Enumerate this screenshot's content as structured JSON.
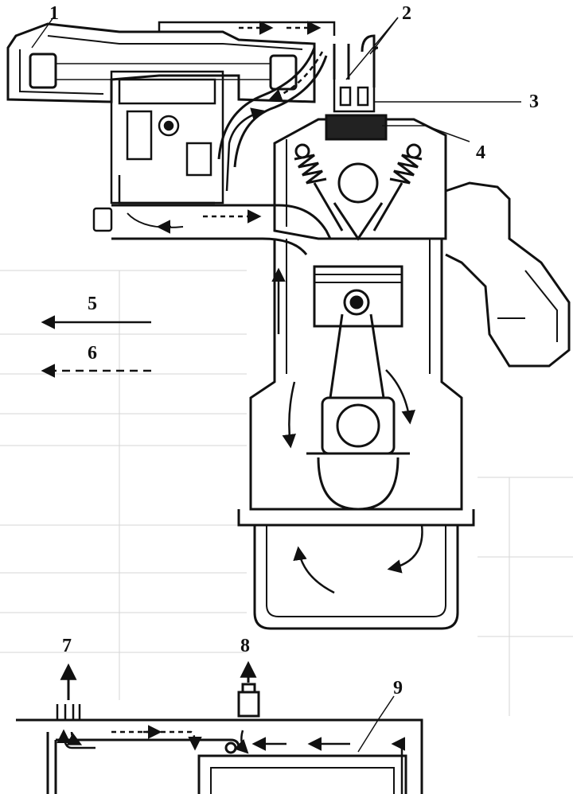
{
  "diagram": {
    "callouts": [
      {
        "id": "callout-1",
        "text": "1"
      },
      {
        "id": "callout-2",
        "text": "2"
      },
      {
        "id": "callout-3",
        "text": "3"
      },
      {
        "id": "callout-4",
        "text": "4"
      },
      {
        "id": "callout-5",
        "text": "5"
      },
      {
        "id": "callout-6",
        "text": "6"
      },
      {
        "id": "callout-7",
        "text": "7"
      },
      {
        "id": "callout-8",
        "text": "8"
      },
      {
        "id": "callout-9",
        "text": "9"
      }
    ],
    "legend": [
      {
        "callout": "5",
        "line_style": "solid"
      },
      {
        "callout": "6",
        "line_style": "dashed"
      }
    ],
    "colors": {
      "ink": "#111111",
      "paper": "#ffffff",
      "shade": "#cfcfcf"
    }
  }
}
